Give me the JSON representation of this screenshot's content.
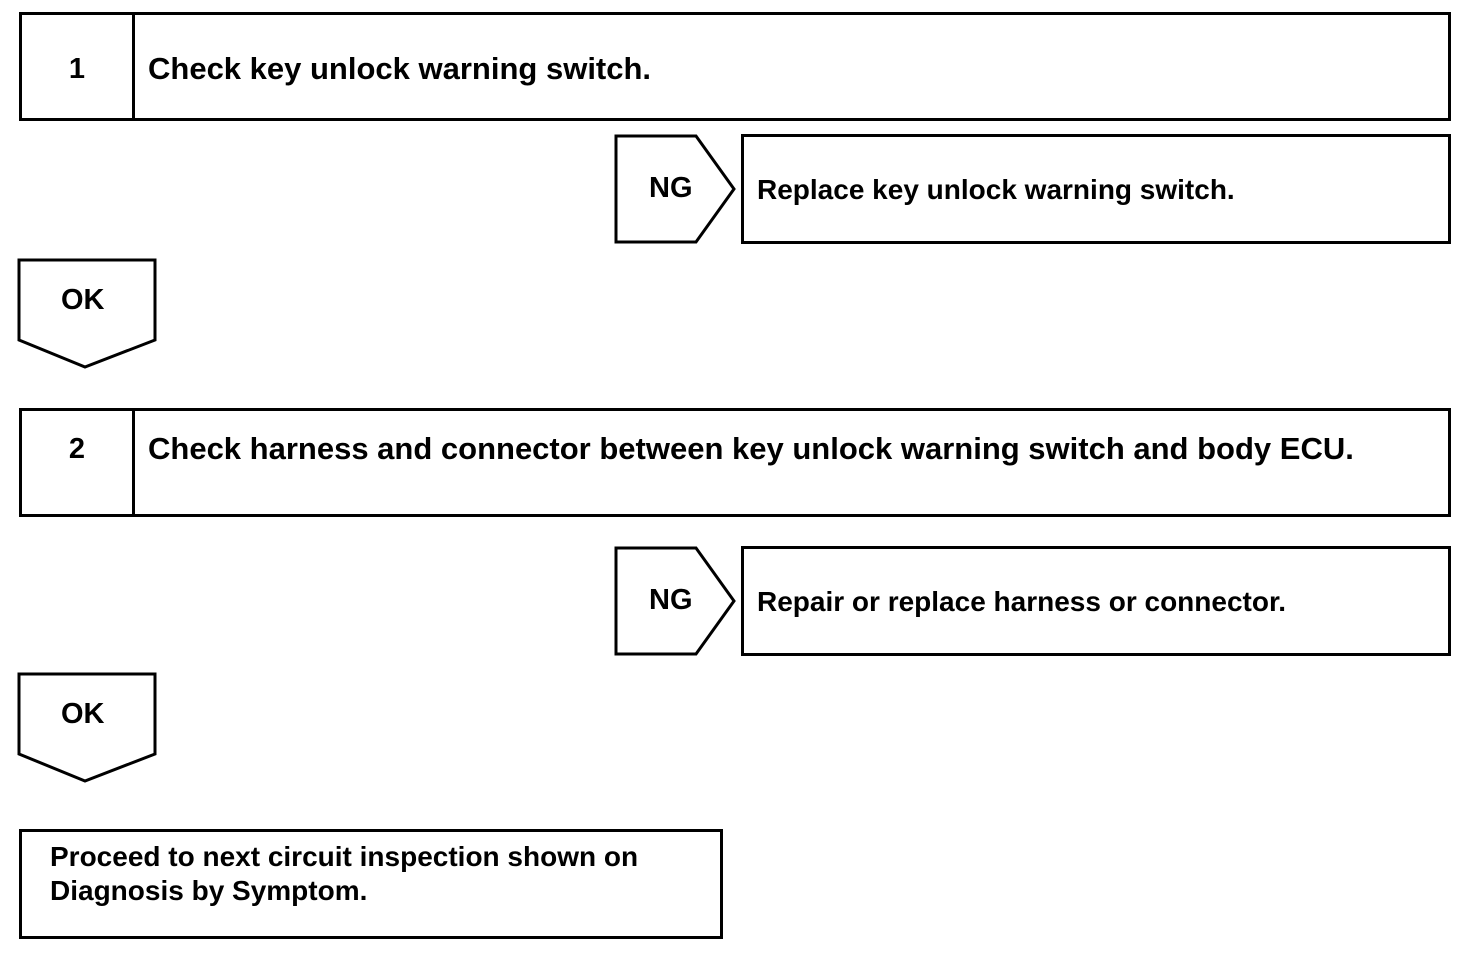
{
  "steps": [
    {
      "number": "1",
      "text": "Check key unlock warning switch."
    },
    {
      "number": "2",
      "text": "Check harness and connector between key unlock warning switch and body ECU."
    }
  ],
  "branches": [
    {
      "label": "NG",
      "action": "Replace key unlock warning switch."
    },
    {
      "label": "NG",
      "action": "Repair or replace harness or connector."
    }
  ],
  "ok_markers": [
    {
      "label": "OK"
    },
    {
      "label": "OK"
    }
  ],
  "final": {
    "text": "Proceed to next circuit inspection shown on Diagnosis by Symptom."
  }
}
